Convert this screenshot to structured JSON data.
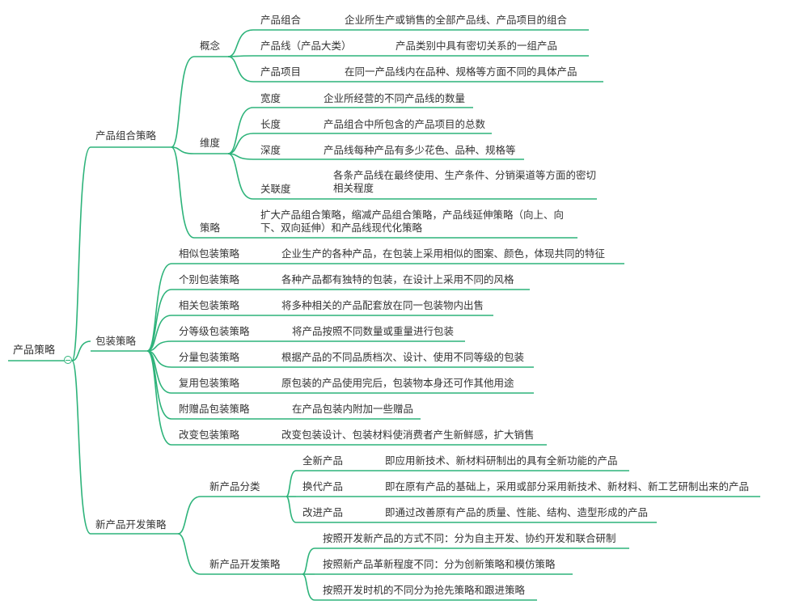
{
  "root": "产品策略",
  "branches": [
    {
      "label": "产品组合策略",
      "children": [
        {
          "label": "概念",
          "children": [
            {
              "label": "产品组合",
              "desc": "企业所生产或销售的全部产品线、产品项目的组合"
            },
            {
              "label": "产品线（产品大类）",
              "desc": "产品类别中具有密切关系的一组产品"
            },
            {
              "label": "产品项目",
              "desc": "在同一产品线内在品种、规格等方面不同的具体产品"
            }
          ]
        },
        {
          "label": "维度",
          "children": [
            {
              "label": "宽度",
              "desc": "企业所经营的不同产品线的数量"
            },
            {
              "label": "长度",
              "desc": "产品组合中所包含的产品项目的总数"
            },
            {
              "label": "深度",
              "desc": "产品线每种产品有多少花色、品种、规格等"
            },
            {
              "label": "关联度",
              "desc": "各条产品线在最终使用、生产条件、分销渠道等方面的密切相关程度"
            }
          ]
        },
        {
          "label": "策略",
          "desc": "扩大产品组合策略，缩减产品组合策略，产品线延伸策略（向上、向下、双向延伸）和产品线现代化策略"
        }
      ]
    },
    {
      "label": "包装策略",
      "children": [
        {
          "label": "相似包装策略",
          "desc": "企业生产的各种产品，在包装上采用相似的图案、颜色，体现共同的特征"
        },
        {
          "label": "个别包装策略",
          "desc": "各种产品都有独特的包装，在设计上采用不同的风格"
        },
        {
          "label": "相关包装策略",
          "desc": "将多种相关的产品配套放在同一包装物内出售"
        },
        {
          "label": "分等级包装策略",
          "desc": "将产品按照不同数量或重量进行包装"
        },
        {
          "label": "分量包装策略",
          "desc": "根据产品的不同品质档次、设计、使用不同等级的包装"
        },
        {
          "label": "复用包装策略",
          "desc": "原包装的产品使用完后，包装物本身还可作其他用途"
        },
        {
          "label": "附赠品包装策略",
          "desc": "在产品包装内附加一些赠品"
        },
        {
          "label": "改变包装策略",
          "desc": "改变包装设计、包装材料使消费者产生新鲜感，扩大销售"
        }
      ]
    },
    {
      "label": "新产品开发策略",
      "children": [
        {
          "label": "新产品分类",
          "children": [
            {
              "label": "全新产品",
              "desc": "即应用新技术、新材料研制出的具有全新功能的产品"
            },
            {
              "label": "换代产品",
              "desc": "即在原有产品的基础上，采用或部分采用新技术、新材料、新工艺研制出来的产品"
            },
            {
              "label": "改进产品",
              "desc": "即通过改善原有产品的质量、性能、结构、造型形成的产品"
            }
          ]
        },
        {
          "label": "新产品开发策略",
          "items": [
            "按照开发新产品的方式不同：分为自主开发、协约开发和联合研制",
            "按照新产品革新程度不同：分为创新策略和模仿策略",
            "按照开发时机的不同分为抢先策略和跟进策略"
          ]
        }
      ]
    }
  ],
  "colors": {
    "edge": "#2db37a",
    "text": "#333333",
    "background": "#ffffff"
  }
}
